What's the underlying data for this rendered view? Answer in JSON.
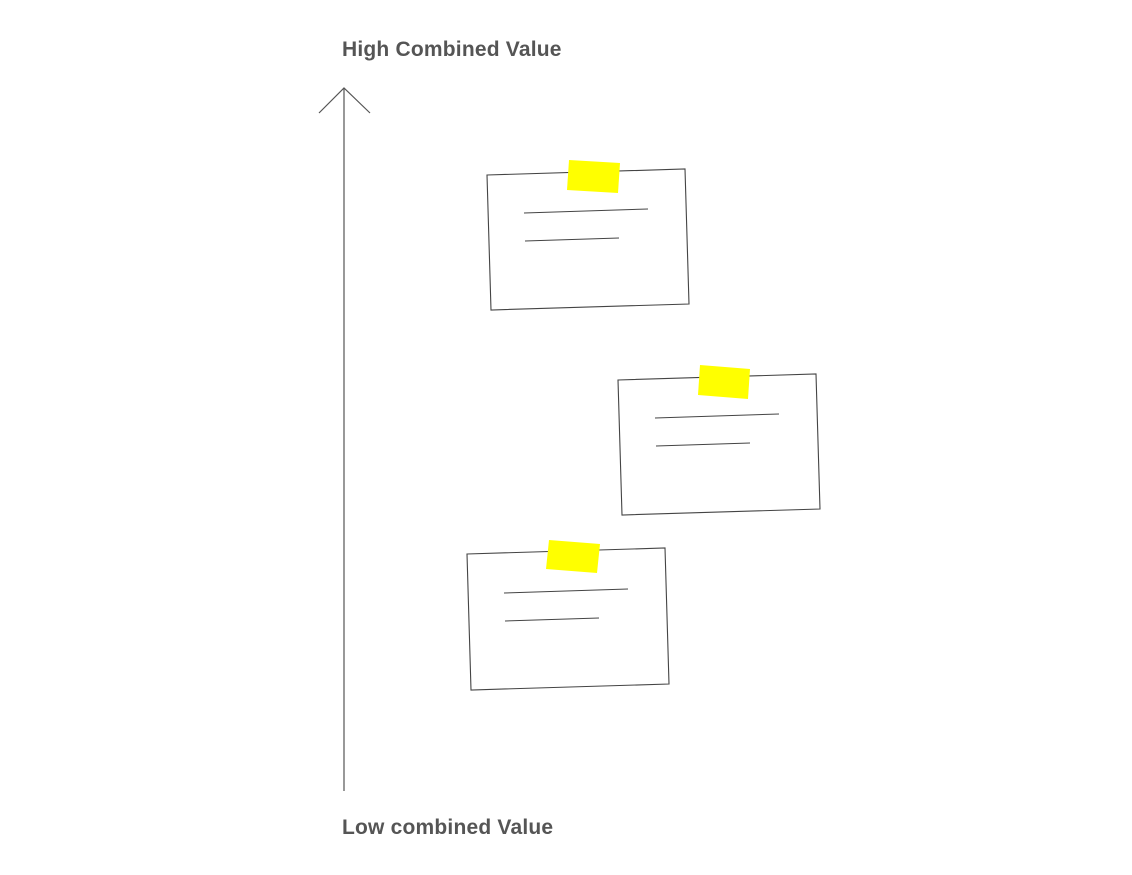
{
  "axis": {
    "top_label": "High Combined Value",
    "bottom_label": "Low combined Value",
    "line_color": "#555555",
    "direction": "upward-arrow"
  },
  "cards": {
    "count": 3,
    "border_color": "#444444",
    "fill_color": "#ffffff",
    "tape_color": "#ffff00",
    "text_line_color": "#444444"
  }
}
